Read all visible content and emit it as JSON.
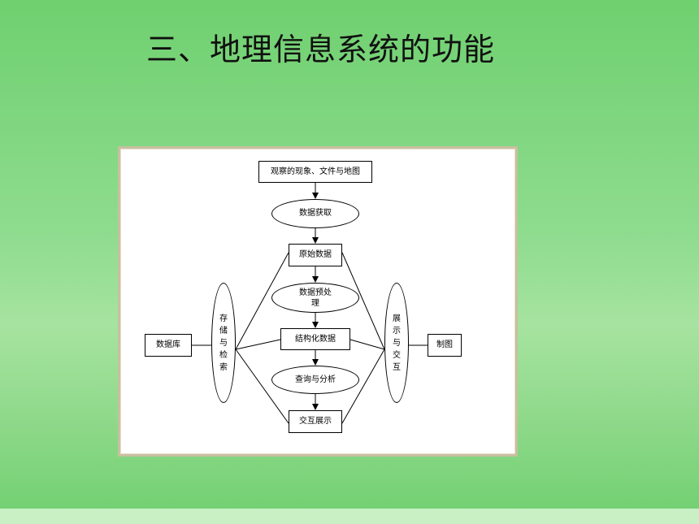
{
  "slide": {
    "title": "三、地理信息系统的功能"
  },
  "diagram": {
    "nodes": {
      "observation": "观察的现象、文件与地图",
      "data_acquisition": "数据获取",
      "raw_data": "原始数据",
      "preprocess_line1": "数据预处",
      "preprocess_line2": "理",
      "structured_data": "结构化数据",
      "query_analysis": "查询与分析",
      "interactive_display": "交互展示",
      "database": "数据库",
      "cartography": "制图",
      "storage_retrieval": [
        "存",
        "储",
        "与",
        "检",
        "索"
      ],
      "display_interaction": [
        "展",
        "示",
        "与",
        "交",
        "互"
      ]
    },
    "colors": {
      "background": "#6fd06f",
      "frame_border": "#c8c0a0",
      "stroke": "#000000"
    }
  }
}
